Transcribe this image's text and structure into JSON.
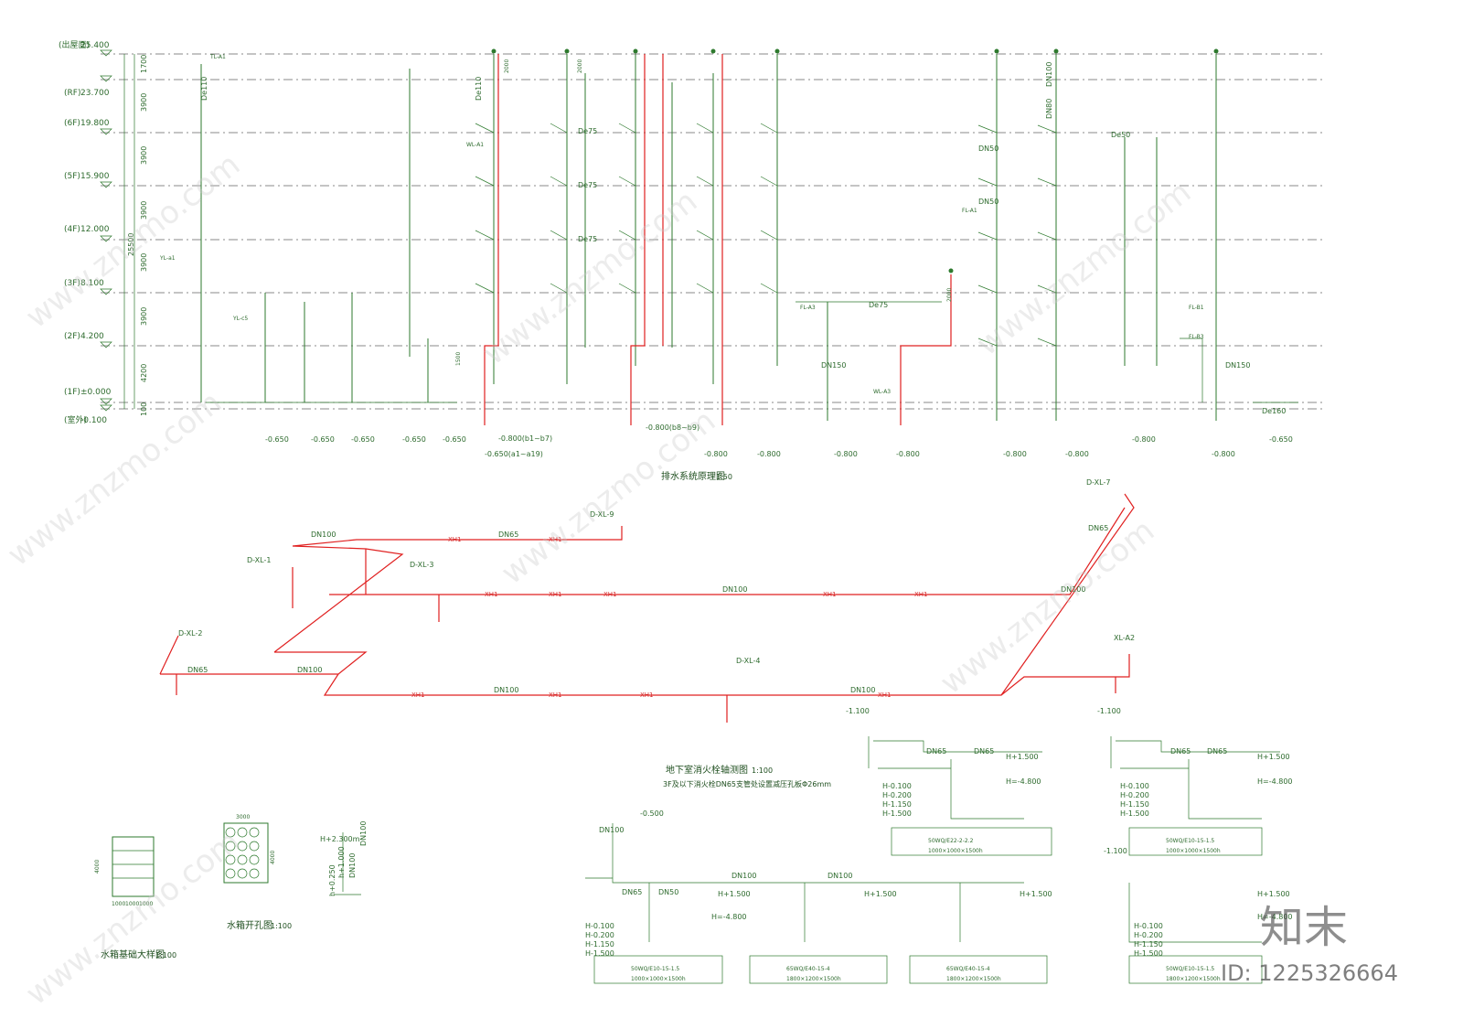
{
  "drainage": {
    "title": "排水系统原理图",
    "scale": "1:50",
    "levels": [
      {
        "label": "(出屋面)",
        "value": "25.400"
      },
      {
        "label": "(RF)",
        "value": "23.700"
      },
      {
        "label": "(6F)",
        "value": "19.800"
      },
      {
        "label": "(5F)",
        "value": "15.900"
      },
      {
        "label": "(4F)",
        "value": "12.000"
      },
      {
        "label": "(3F)",
        "value": "8.100"
      },
      {
        "label": "(2F)",
        "value": "4.200"
      },
      {
        "label": "(1F)",
        "value": "±0.000"
      },
      {
        "label": "(室外)",
        "value": "-0.100"
      }
    ],
    "heights": [
      "1700",
      "3900",
      "3900",
      "3900",
      "3900",
      "3900",
      "4200",
      "100"
    ],
    "total_height": "25500",
    "pipe_labels": [
      "De110",
      "De75",
      "De50",
      "DN50",
      "DN80",
      "DN100",
      "DN150",
      "De160"
    ],
    "outlet_levels": [
      "-0.650",
      "-0.800"
    ],
    "outlet_notes": [
      "-0.800(b1~b7)",
      "-0.650(a1~a19)",
      "-0.800(b8~b9)"
    ],
    "riser_tags": [
      "FL-A3",
      "FL-A1",
      "TL-A1",
      "WL-A1",
      "YL-a1",
      "YL-c5",
      "FL-B1",
      "FL-B3",
      "WL-A3"
    ],
    "dim_values": [
      "2000",
      "1500"
    ]
  },
  "firehydrant": {
    "title": "地下室消火栓轴测图",
    "scale": "1:100",
    "note": "3F及以下消火栓DN65支管处设置减压孔板Φ26mm",
    "risers": [
      "D-XL-1",
      "D-XL-2",
      "D-XL-3",
      "D-XL-4",
      "D-XL-7",
      "D-XL-9",
      "XL-A2"
    ],
    "pipe_sizes": [
      "DN100",
      "DN65"
    ],
    "segment_tag": "XH1"
  },
  "pumps": {
    "levels": [
      "H-0.100",
      "H-0.200",
      "H-1.150",
      "H-1.500"
    ],
    "top_level": "H+1.500",
    "pit_level": "H=-4.800",
    "pipes": [
      "DN65",
      "DN50",
      "DN100"
    ],
    "spec_rows": [
      {
        "model": "50WQ/E22-2-2.2",
        "spec": "1000×1000×1500h"
      },
      {
        "model": "50WQ/E10-15-1.5",
        "spec": "1000×1000×1500h"
      },
      {
        "model": "50WQ/E10-15-1.5",
        "spec": "1000×1000×1500h"
      },
      {
        "model": "65WQ/E40-15-4",
        "spec": "1800×1200×1500h"
      },
      {
        "model": "65WQ/E40-15-4",
        "spec": "1800×1200×1500h"
      },
      {
        "model": "50WQ/E10-15-1.5",
        "spec": "1800×1200×1500h"
      }
    ],
    "top_marks": [
      "-1.100",
      "-0.500"
    ]
  },
  "tank": {
    "detail_title": "水箱基础大样图",
    "detail_scale": "1:100",
    "plan_title": "水箱开孔图",
    "plan_scale": "1:100",
    "dims": [
      "3000",
      "4000",
      "1000",
      "1000",
      "1000"
    ],
    "levels": [
      "H+2.300m",
      "h+1.000",
      "h+0.250"
    ],
    "pipes": [
      "DN100",
      "DN100"
    ]
  },
  "watermark": {
    "site": "www.znzmo.com",
    "brand": "知末",
    "id": "ID: 1225326664"
  },
  "colors": {
    "pipe_green": "#2e7a2e",
    "hydrant_red": "#e02020",
    "gridline": "#8a8a8a"
  }
}
